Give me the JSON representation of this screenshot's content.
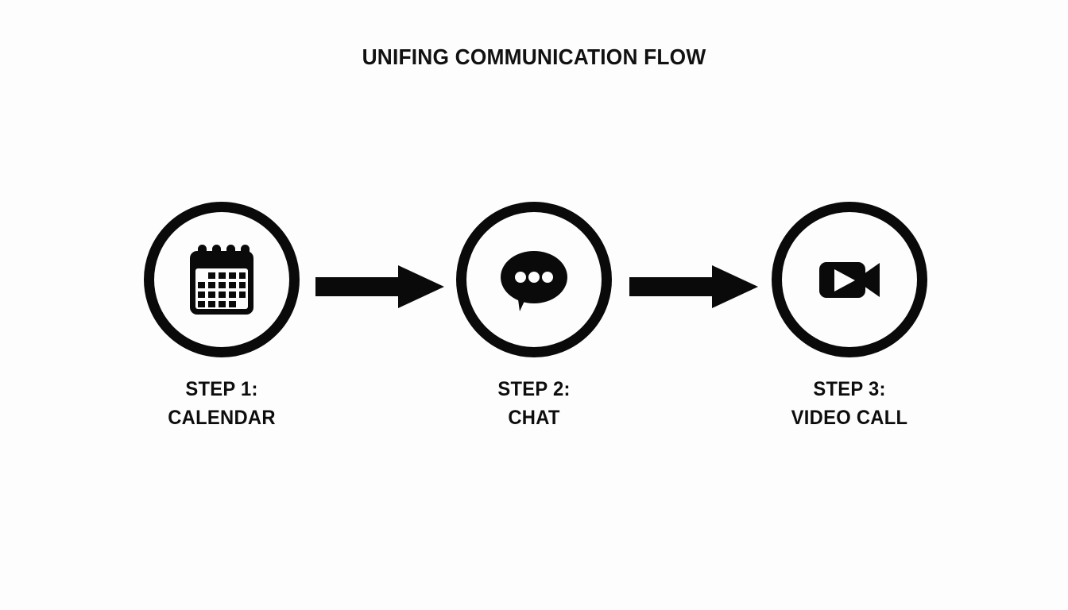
{
  "slide": {
    "background_color": "#fdfdfd",
    "ink_color": "#0a0a0a",
    "title": "UNIFING COMMUNICATION FLOW"
  },
  "flow": {
    "steps": [
      {
        "id": "step-1",
        "icon": "calendar-icon",
        "label_line1": "STEP 1:",
        "label_line2": "CALENDAR"
      },
      {
        "id": "step-2",
        "icon": "chat-bubble-icon",
        "label_line1": "STEP 2:",
        "label_line2": "CHAT"
      },
      {
        "id": "step-3",
        "icon": "video-camera-icon",
        "label_line1": "STEP 3:",
        "label_line2": "VIDEO CALL"
      }
    ],
    "connectors": [
      {
        "id": "arrow-1",
        "icon": "arrow-right-icon"
      },
      {
        "id": "arrow-2",
        "icon": "arrow-right-icon"
      }
    ]
  }
}
